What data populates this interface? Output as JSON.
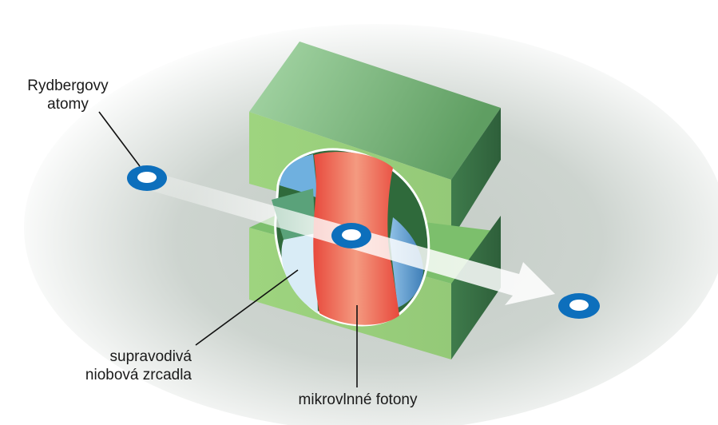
{
  "labels": {
    "rydberg_line1": "Rydbergovy",
    "rydberg_line2": "atomy",
    "mirrors_line1": "supravodivá",
    "mirrors_line2": "niobová zrcadla",
    "photons": "mikrovlnné fotony"
  },
  "colors": {
    "cavity_green": "#9fd07e",
    "cavity_dark_green": "#3e7a4a",
    "photon_red": "#ee5a4a",
    "mirror_blue": "#5b9bd1",
    "atom_blue": "#0b6bb5"
  }
}
